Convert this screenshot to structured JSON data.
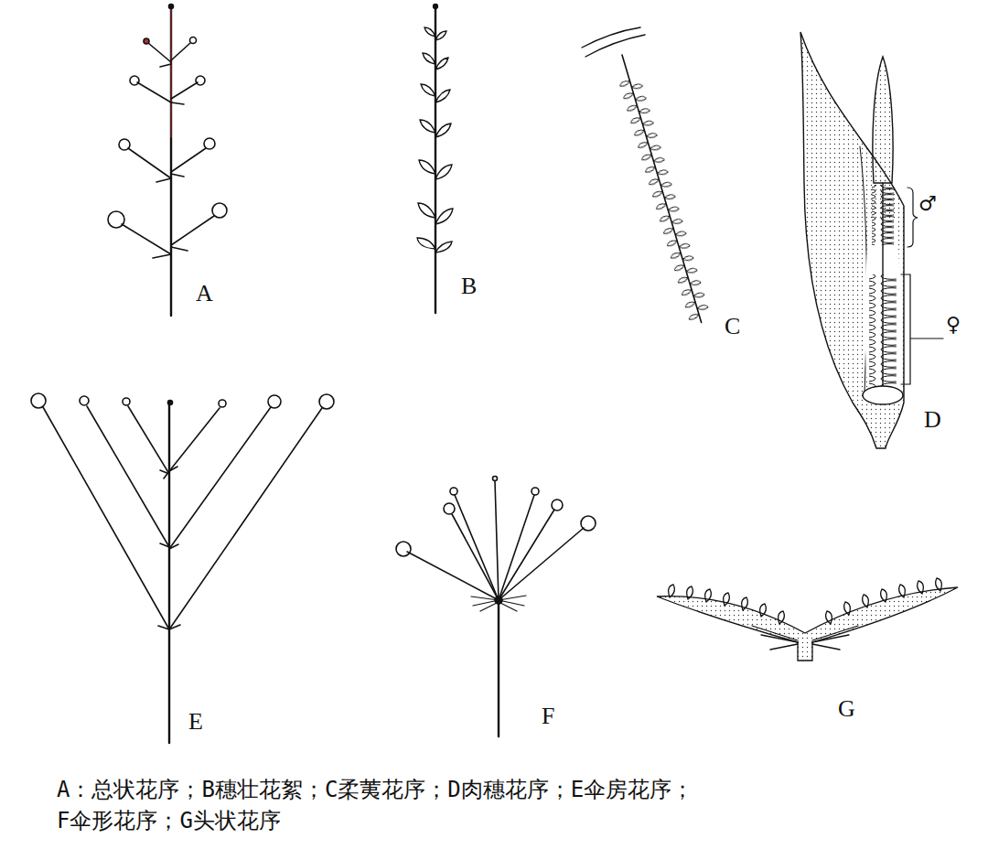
{
  "diagram": {
    "caption": "A：总状花序；B穗壮花絮；C柔荑花序；D肉穗花序；E伞房花序； F伞形花序；G头状花序",
    "labels": [
      "A",
      "B",
      "C",
      "♂",
      "♀",
      "D",
      "E",
      "F",
      "G"
    ]
  }
}
